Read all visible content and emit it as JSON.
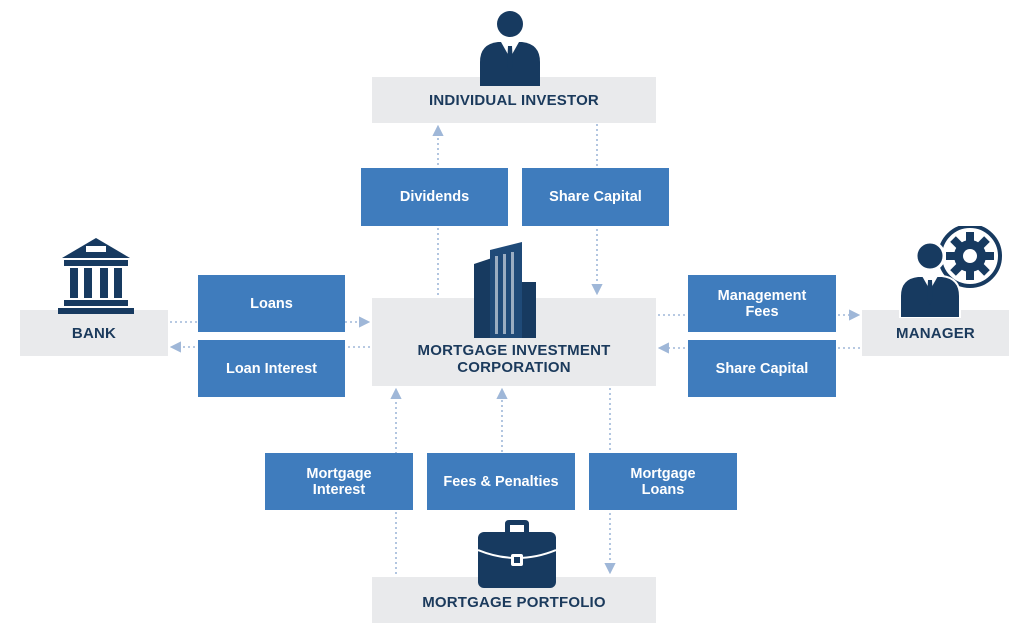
{
  "colors": {
    "navy": "#173a60",
    "flow_blue": "#3f7cbd",
    "entity_gray": "#e9eaec",
    "arrow": "#9fb7d8"
  },
  "entities": {
    "investor": {
      "label": "INDIVIDUAL INVESTOR",
      "icon": "businessman-icon"
    },
    "mic": {
      "label": "MORTGAGE INVESTMENT\nCORPORATION",
      "icon": "office-building-icon"
    },
    "bank": {
      "label": "BANK",
      "icon": "bank-icon"
    },
    "manager": {
      "label": "MANAGER",
      "icon": "manager-gear-icon"
    },
    "portfolio": {
      "label": "MORTGAGE PORTFOLIO",
      "icon": "briefcase-icon"
    }
  },
  "flows": {
    "dividends": "Dividends",
    "share_capital_investor": "Share Capital",
    "loans": "Loans",
    "loan_interest": "Loan Interest",
    "management_fees": "Management\nFees",
    "share_capital_manager": "Share Capital",
    "mortgage_interest": "Mortgage\nInterest",
    "fees_penalties": "Fees & Penalties",
    "mortgage_loans": "Mortgage\nLoans"
  }
}
